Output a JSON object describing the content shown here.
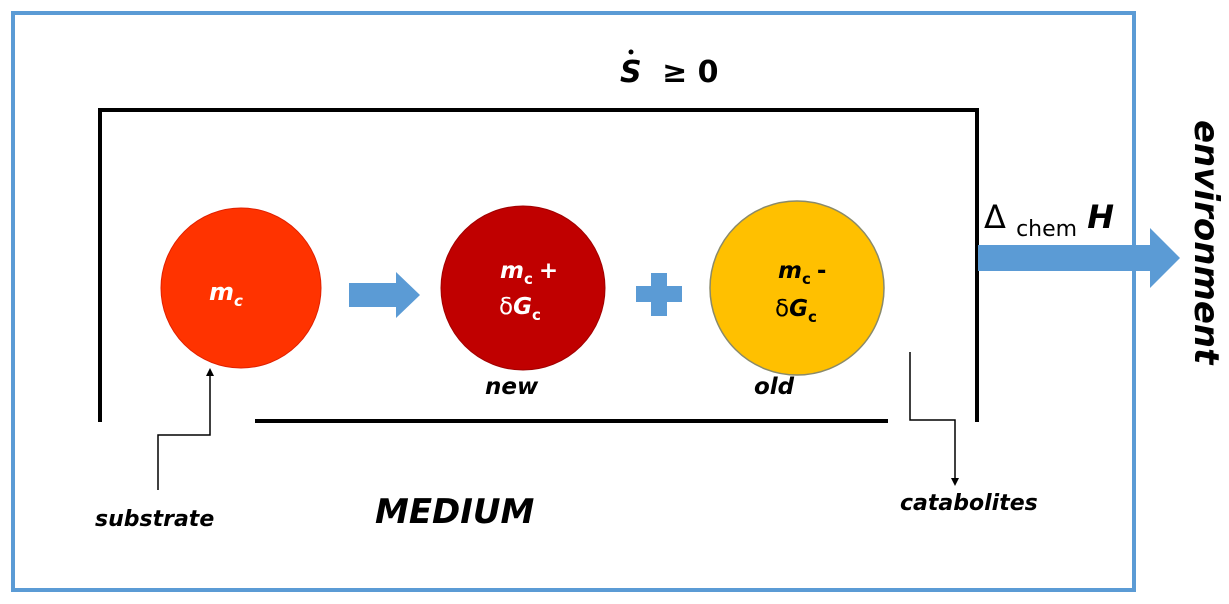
{
  "entropy": {
    "main": "S",
    "relation": "≥ 0"
  },
  "enthalpy": {
    "delta": "Δ",
    "sub": "chem",
    "var": "H"
  },
  "environment": "environment",
  "cell1": {
    "var": "m",
    "sub": "c"
  },
  "cell2": {
    "var": "m",
    "sub": "c",
    "op": "+",
    "delta": "δ",
    "var2": "G",
    "sub2": "c"
  },
  "cell3": {
    "var": "m",
    "sub": "c",
    "op": "-",
    "delta": "δ",
    "var2": "G",
    "sub2": "c"
  },
  "labels": {
    "new": "new",
    "old": "old",
    "substrate": "substrate",
    "catabolites": "catabolites",
    "medium": "MEDIUM"
  },
  "colors": {
    "border": "#5b9bd5",
    "arrow": "#5b9bd5",
    "cell1": "#ff3300",
    "cell2": "#c00000",
    "cell3": "#ffc000"
  }
}
